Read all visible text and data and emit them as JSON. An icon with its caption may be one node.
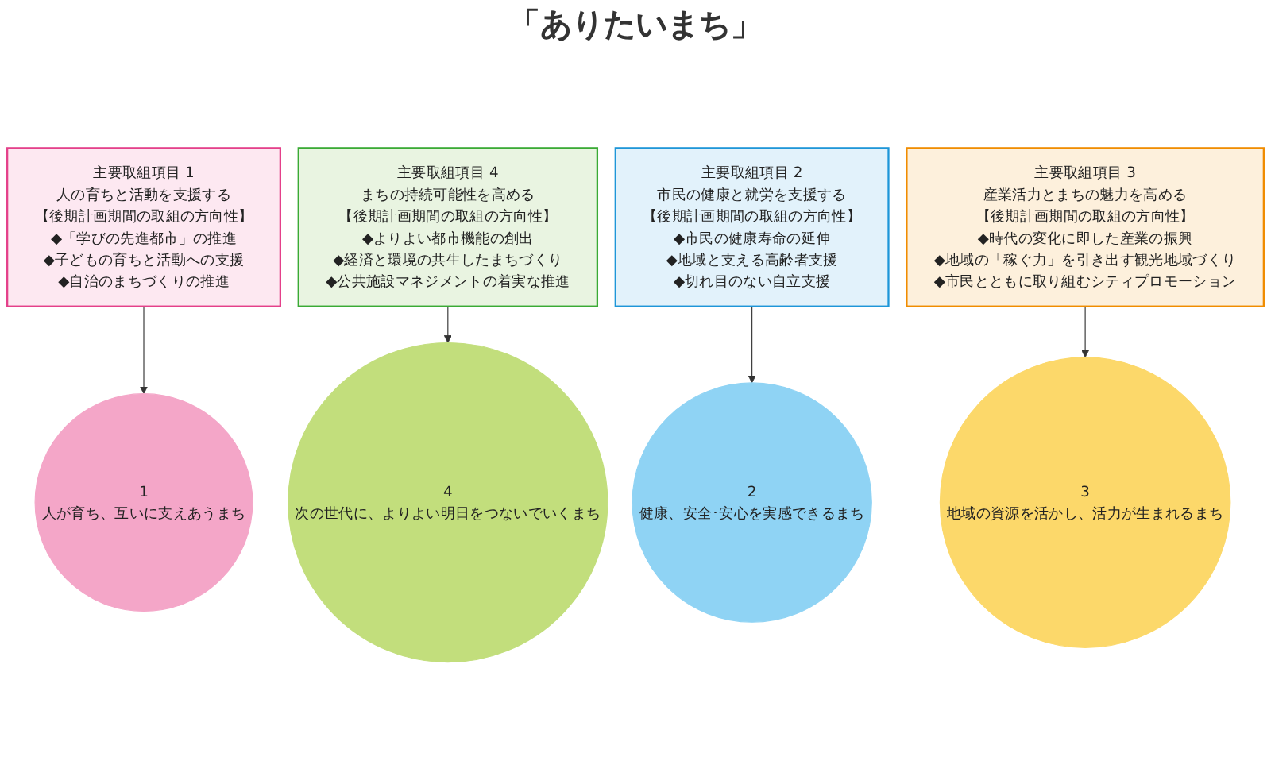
{
  "diagram": {
    "nodes": [
      {
        "text": [
          "主要取組項目 1",
          "人の育ちと活動を支援する",
          "【後期計画期間の取組の方向性】",
          "◆「学びの先進都市」の推進",
          "◆子どもの育ちと活動への支援",
          "◆自治のまちづくりの推進"
        ]
      },
      {
        "text": [
          "主要取組項目 4",
          "まちの持続可能性を高める",
          "【後期計画期間の取組の方向性】",
          "◆よりよい都市機能の創出",
          "◆経済と環境の共生したまちづくり",
          "◆公共施設マネジメントの着実な推進"
        ]
      },
      {
        "text": [
          "1",
          "人が育ち、互いに支えあうまち"
        ]
      },
      {
        "text": [
          "2",
          "健康、安全･安心を実感できるまち"
        ]
      },
      {
        "text": [
          "4",
          "次の世代に、よりよい明日をつないでいくまち"
        ]
      },
      {
        "text": [
          "3",
          "地域の資源を活かし、活力が生まれるまち"
        ]
      },
      {
        "text": [
          "主要取組項目 2",
          "市民の健康と就労を支援する",
          "【後期計画期間の取組の方向性】",
          "◆市民の健康寿命の延伸",
          "◆地域と支える高齢者支援",
          "◆切れ目のない自立支援"
        ]
      },
      {
        "text": [
          "主要取組項目 3",
          "産業活力とまちの魅力を高める",
          "【後期計画期間の取組の方向性】",
          "◆時代の変化に即した産業の振興",
          "◆地域の「稼ぐ力」を引き出す観光地域づくり",
          "◆市民とともに取り組むシティプロモーション"
        ]
      }
    ],
    "edges": [
      {
        "from": 0,
        "to": 2,
        "arrow": "to"
      },
      {
        "from": 1,
        "to": 4,
        "arrow": "to"
      },
      {
        "from": 6,
        "to": 3,
        "arrow": "to"
      },
      {
        "from": 7,
        "to": 5,
        "arrow": "to"
      }
    ],
    "labels": [
      "「ありたいまち」"
    ]
  }
}
